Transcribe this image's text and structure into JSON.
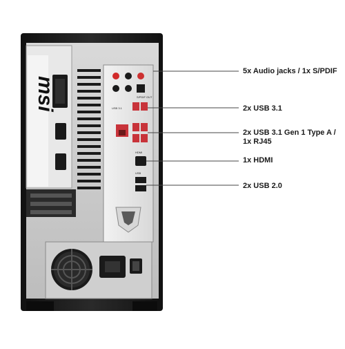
{
  "product": {
    "logo_text": "msi"
  },
  "io_panel": {
    "port_labels": [
      "S/PDIF OUT",
      "USB 3.1",
      "HDMI",
      "USB"
    ]
  },
  "callouts": [
    {
      "text": "5x Audio jacks / 1x S/PDIF"
    },
    {
      "text": "2x USB 3.1"
    },
    {
      "text": "2x USB 3.1 Gen 1 Type A /\n1x RJ45"
    },
    {
      "text": "1x HDMI"
    },
    {
      "text": "2x  USB 2.0"
    }
  ],
  "colors": {
    "case_black": "#1c1c1c",
    "panel_silver": "#e4e4e4",
    "usb31_red": "#c8333a",
    "usb2_black": "#1a1a1a",
    "leader_line": "#444444"
  }
}
